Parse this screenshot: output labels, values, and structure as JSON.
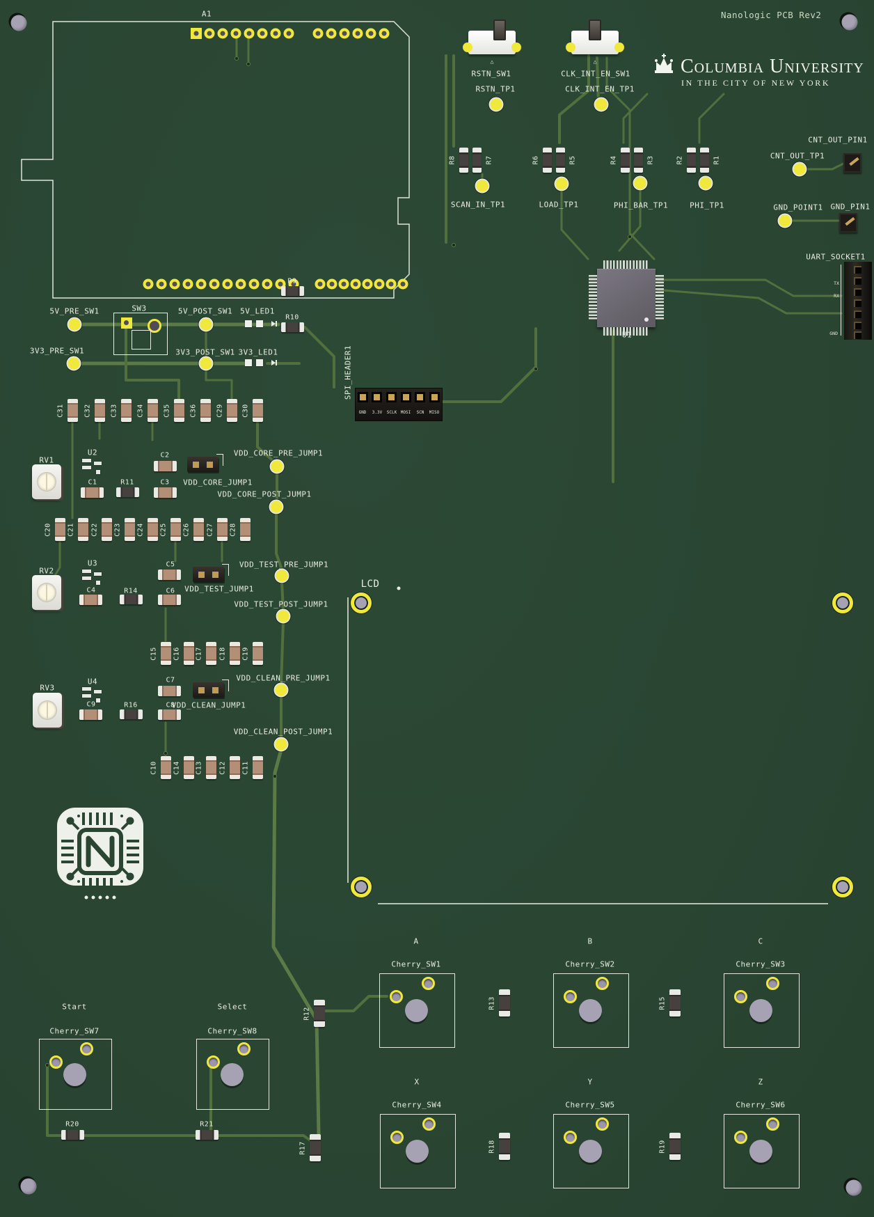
{
  "title": "Nanologic PCB Rev2",
  "brand": {
    "name": "Columbia University",
    "tagline": "IN THE CITY OF NEW YORK"
  },
  "arduino": {
    "ref": "A1"
  },
  "top_switches": {
    "rstn_sw": "RSTN_SW1",
    "rstn_tp": "RSTN_TP1",
    "clk_sw": "CLK_INT_EN_SW1",
    "clk_tp": "CLK_INT_EN_TP1"
  },
  "scan_res": {
    "r8": "R8",
    "r7": "R7",
    "r6": "R6",
    "r5": "R5",
    "r4": "R4",
    "r3": "R3",
    "r2": "R2",
    "r1": "R1"
  },
  "testpoints": {
    "scan": "SCAN_IN_TP1",
    "load": "LOAD_TP1",
    "phi_bar": "PHI_BAR_TP1",
    "phi": "PHI_TP1",
    "cnt_out_tp": "CNT_OUT_TP1",
    "cnt_out_pin": "CNT_OUT_PIN1",
    "gnd_point": "GND_POINT1",
    "gnd_pin": "GND_PIN1"
  },
  "uart": {
    "ref": "UART_SOCKET1",
    "tx": "TX",
    "rx": "RX",
    "gnd": "GND"
  },
  "mcu": {
    "ref": "U1"
  },
  "power": {
    "pre5": "5V_PRE_SW1",
    "sw": "SW3",
    "post5": "5V_POST_SW1",
    "led5": "5V_LED1",
    "r9": "R9",
    "pre3": "3V3_PRE_SW1",
    "post3": "3V3_POST_SW1",
    "led3": "3V3_LED1",
    "r10": "R10"
  },
  "spi": {
    "ref": "SPI_HEADER1",
    "pins": [
      "GND",
      "3.3V",
      "SCLK",
      "MOSI",
      "SCN",
      "MISO"
    ]
  },
  "cap_row_top": [
    "C31",
    "C32",
    "C33",
    "C34",
    "C35",
    "C36",
    "C29",
    "C30"
  ],
  "vdd_core": {
    "rv": "RV1",
    "ic": "U2",
    "ctop": "C2",
    "pre": "VDD_CORE_PRE_JUMP1",
    "jump": "VDD_CORE_JUMP1",
    "cl": "C1",
    "res": "R11",
    "cr": "C3",
    "post": "VDD_CORE_POST_JUMP1"
  },
  "cap_row_core": [
    "C20",
    "C21",
    "C22",
    "C23",
    "C24",
    "C25",
    "C26",
    "C27",
    "C28"
  ],
  "vdd_test": {
    "rv": "RV2",
    "ic": "U3",
    "ctop": "C5",
    "pre": "VDD_TEST_PRE_JUMP1",
    "jump": "VDD_TEST_JUMP1",
    "cl": "C4",
    "res": "R14",
    "cr": "C6",
    "post": "VDD_TEST_POST_JUMP1"
  },
  "cap_row_test": [
    "C15",
    "C16",
    "C17",
    "C18",
    "C19"
  ],
  "vdd_clean": {
    "rv": "RV3",
    "ic": "U4",
    "ctop": "C7",
    "pre": "VDD_CLEAN_PRE_JUMP1",
    "jump": "VDD_CLEAN_JUMP1",
    "cl": "C9",
    "res": "R16",
    "cr": "C8",
    "post": "VDD_CLEAN_POST_JUMP1"
  },
  "cap_row_clean": [
    "C10",
    "C14",
    "C13",
    "C12",
    "C11"
  ],
  "lcd": {
    "label": "LCD"
  },
  "logo": {
    "letter": "N"
  },
  "keypad": {
    "keys": [
      {
        "key": "A",
        "ref": "Cherry_SW1"
      },
      {
        "key": "B",
        "ref": "Cherry_SW2"
      },
      {
        "key": "C",
        "ref": "Cherry_SW3"
      },
      {
        "key": "X",
        "ref": "Cherry_SW4"
      },
      {
        "key": "Y",
        "ref": "Cherry_SW5"
      },
      {
        "key": "Z",
        "ref": "Cherry_SW6"
      },
      {
        "key": "Start",
        "ref": "Cherry_SW7"
      },
      {
        "key": "Select",
        "ref": "Cherry_SW8"
      }
    ],
    "res": {
      "r12": "R12",
      "r13": "R13",
      "r15": "R15",
      "r17": "R17",
      "r18": "R18",
      "r19": "R19",
      "r20": "R20",
      "r21": "R21"
    }
  },
  "colors": {
    "board": "#2a4633",
    "trace": "#52703d",
    "silk": "#e8ece2",
    "pad": "#f0e83a",
    "hole": "#a6a2b4"
  }
}
